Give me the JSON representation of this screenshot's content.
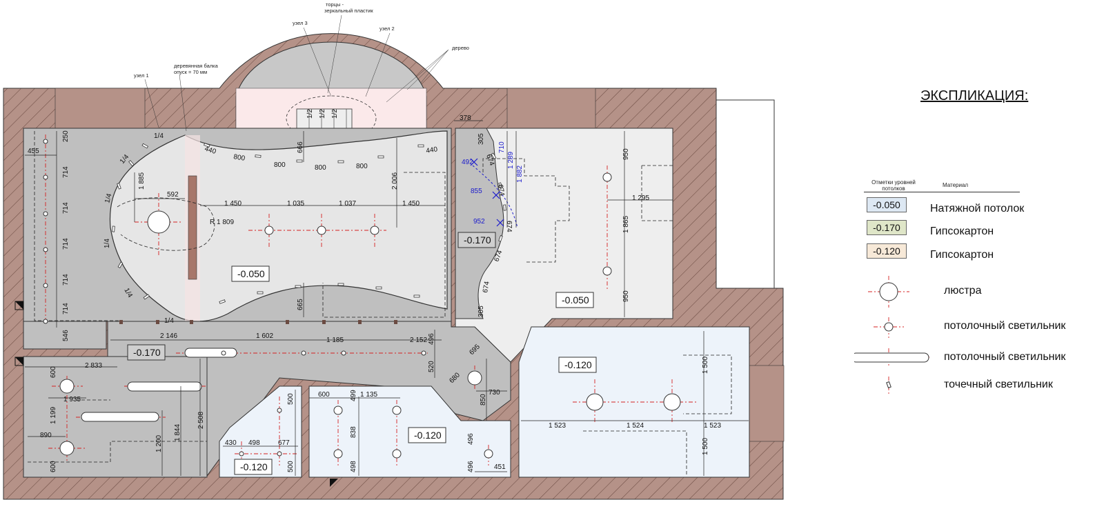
{
  "colors": {
    "wall": "#b59288",
    "level_0050": "#e6e6e6",
    "level_0170": "#bfbfbf",
    "level_0120": "#edf3fa",
    "axis_red": "#d42020",
    "dim_blue": "#1a1acc"
  },
  "legend": {
    "title": "ЭКСПЛИКАЦИЯ:",
    "col_levels": "Отметки уровней потолков",
    "col_material": "Материал",
    "levels": [
      {
        "value": "-0.050",
        "material": "Натяжной потолок",
        "color": "#dde8f3"
      },
      {
        "value": "-0.170",
        "material": "Гипсокартон",
        "color": "#dfe6c8"
      },
      {
        "value": "-0.120",
        "material": "Гипсокартон",
        "color": "#f7e9d8"
      }
    ],
    "symbols": [
      {
        "icon": "chandelier-icon",
        "label": "люстра"
      },
      {
        "icon": "ceiling-light-icon",
        "label": "потолочный светильник"
      },
      {
        "icon": "linear-ceiling-light-icon",
        "label": "потолочный светильник"
      },
      {
        "icon": "spot-light-icon",
        "label": "точечный светильник"
      }
    ]
  },
  "level_marks": {
    "main_hall": "-0.050",
    "right_room": "-0.050",
    "center_strip": "-0.170",
    "corridor": "-0.170",
    "east_room": "-0.120",
    "mid_room": "-0.120",
    "small_room": "-0.120"
  },
  "notes": {
    "n1": "торцы -",
    "n2": "зеркальный пластик",
    "n3": "узел 3",
    "n4": "узел 2",
    "n5": "дерево",
    "n6": "узел 1",
    "n7": "деревянная балка",
    "n8": "опуск = 70 мм",
    "radius": "R 1 809"
  },
  "dims": {
    "d250": "250",
    "d455": "455",
    "d714a": "714",
    "d714b": "714",
    "d714c": "714",
    "d714d": "714",
    "d714e": "714",
    "d546": "546",
    "d885": "1 885",
    "d592": "592",
    "d1450a": "1 450",
    "d1035": "1 035",
    "d1037": "1 037",
    "d1450b": "1 450",
    "d2006": "2 006",
    "d440a": "440",
    "d800a": "800",
    "d800b": "800",
    "d800c": "800",
    "d800d": "800",
    "d440b": "440",
    "d666": "666",
    "d665": "665",
    "q1": "1/4",
    "q2": "1/4",
    "q3": "1/4",
    "q4": "1/4",
    "q5": "1/4",
    "q6": "1/4",
    "h1": "1/2",
    "h2": "1/2",
    "h3": "1/2",
    "d378": "378",
    "d305a": "305",
    "d492": "492",
    "d674a": "674",
    "d710": "710",
    "d1289": "1 289",
    "d1882": "1 882",
    "d855": "855",
    "d674b": "674",
    "d952": "952",
    "d674c": "674",
    "d674d": "674",
    "d674e": "674",
    "d305b": "305",
    "d950a": "950",
    "d1295": "1 295",
    "d1865": "1 865",
    "d950b": "950",
    "d2146": "2 146",
    "d1602": "1 602",
    "d1185": "1 185",
    "d2152": "2 152",
    "d496a": "496",
    "d520": "520",
    "d695": "695",
    "d680": "680",
    "d850": "850",
    "d730": "730",
    "d2833": "2 833",
    "d600a": "600",
    "d1935": "1 935",
    "d1199": "1 199",
    "d890": "890",
    "d1200": "1 200",
    "d1844": "1 844",
    "d2508": "2 508",
    "d600b": "600",
    "d500a": "500",
    "d430": "430",
    "d498a": "498",
    "d677": "677",
    "d500b": "500",
    "d600c": "600",
    "d499": "499",
    "d1135": "1 135",
    "d838": "838",
    "d498b": "498",
    "d496b": "496",
    "d496c": "496",
    "d451": "451",
    "d1500a": "1 500",
    "d1523a": "1 523",
    "d1524": "1 524",
    "d1523b": "1 523",
    "d1500b": "1 500"
  }
}
